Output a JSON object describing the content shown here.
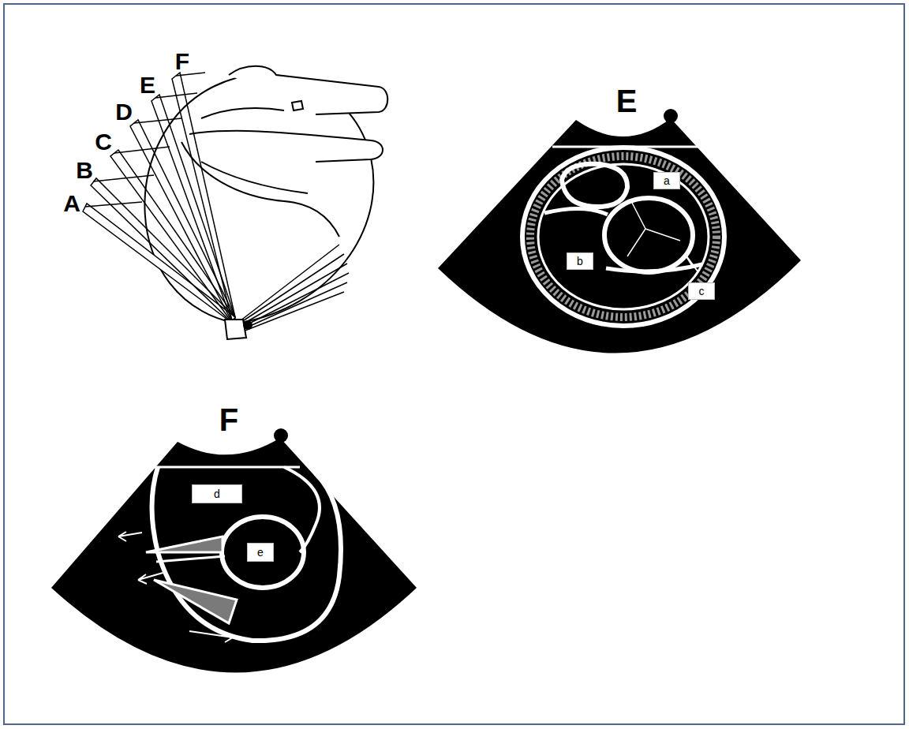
{
  "diagram": {
    "labels": [
      "A",
      "B",
      "C",
      "D",
      "E",
      "F",
      "E",
      "a",
      "b",
      "c",
      "F",
      "d",
      "e"
    ]
  }
}
